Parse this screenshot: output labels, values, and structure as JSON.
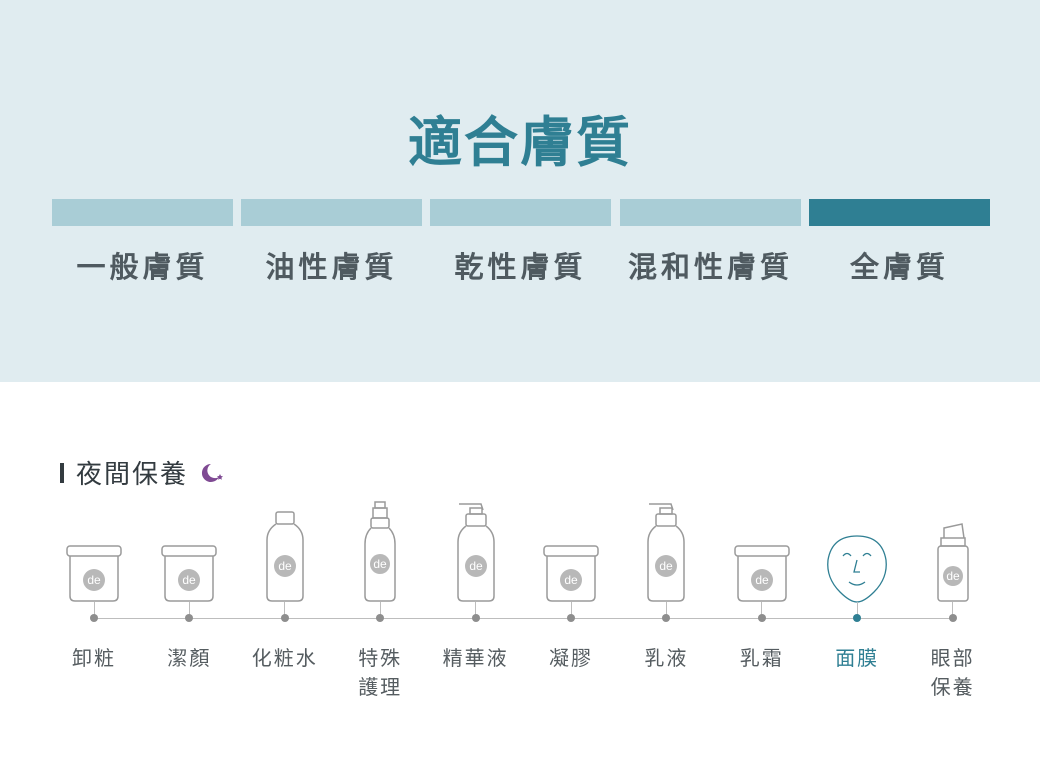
{
  "suitable_skin": {
    "title": "適合膚質",
    "types": [
      {
        "label": "一般膚質",
        "active": false
      },
      {
        "label": "油性膚質",
        "active": false
      },
      {
        "label": "乾性膚質",
        "active": false
      },
      {
        "label": "混和性膚質",
        "active": false
      },
      {
        "label": "全膚質",
        "active": true
      }
    ],
    "colors": {
      "inactive": "#a9cdd6",
      "active": "#2f7f93"
    }
  },
  "night_care": {
    "title": "夜間保養",
    "steps": [
      {
        "label": "卸粧",
        "icon": "jar-icon",
        "badge": "de",
        "active": false
      },
      {
        "label": "潔顏",
        "icon": "jar-icon",
        "badge": "de",
        "active": false
      },
      {
        "label": "化粧水",
        "icon": "bottle-icon",
        "badge": "de",
        "active": false
      },
      {
        "label": "特殊\n護理",
        "icon": "pump-bottle-icon",
        "badge": "de",
        "active": false
      },
      {
        "label": "精華液",
        "icon": "pump-bottle-large-icon",
        "badge": "de",
        "active": false
      },
      {
        "label": "凝膠",
        "icon": "jar-icon",
        "badge": "de",
        "active": false
      },
      {
        "label": "乳液",
        "icon": "pump-bottle-large-icon",
        "badge": "de",
        "active": false
      },
      {
        "label": "乳霜",
        "icon": "jar-icon",
        "badge": "de",
        "active": false
      },
      {
        "label": "面膜",
        "icon": "face-mask-icon",
        "badge": "",
        "active": true
      },
      {
        "label": "眼部\n保養",
        "icon": "airless-pump-icon",
        "badge": "de",
        "active": false
      }
    ]
  }
}
